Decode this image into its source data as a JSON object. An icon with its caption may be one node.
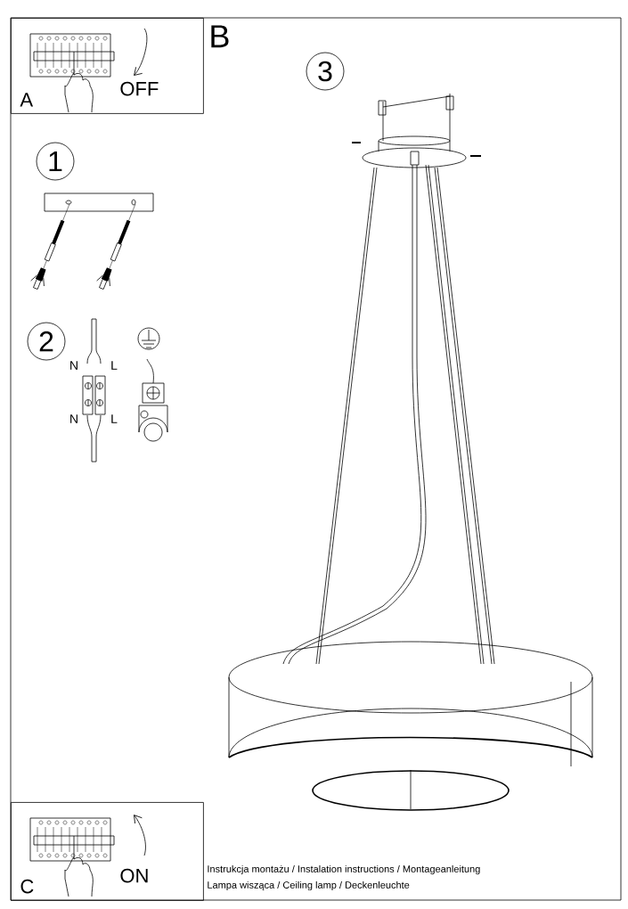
{
  "diagram": {
    "nodes": [
      {
        "text": [
          "A",
          "OFF"
        ]
      },
      {
        "text": [
          "C",
          "ON"
        ]
      },
      {
        "text": [
          "1"
        ]
      },
      {
        "text": [
          "2"
        ]
      },
      {
        "text": [
          "3"
        ]
      }
    ],
    "labels": [
      "B",
      "N",
      "L",
      "N",
      "L",
      "Instrukcja montażu / Instalation instructions / Montageanleitung",
      "Lampa wisząca / Ceiling lamp / Deckenleuchte"
    ]
  }
}
